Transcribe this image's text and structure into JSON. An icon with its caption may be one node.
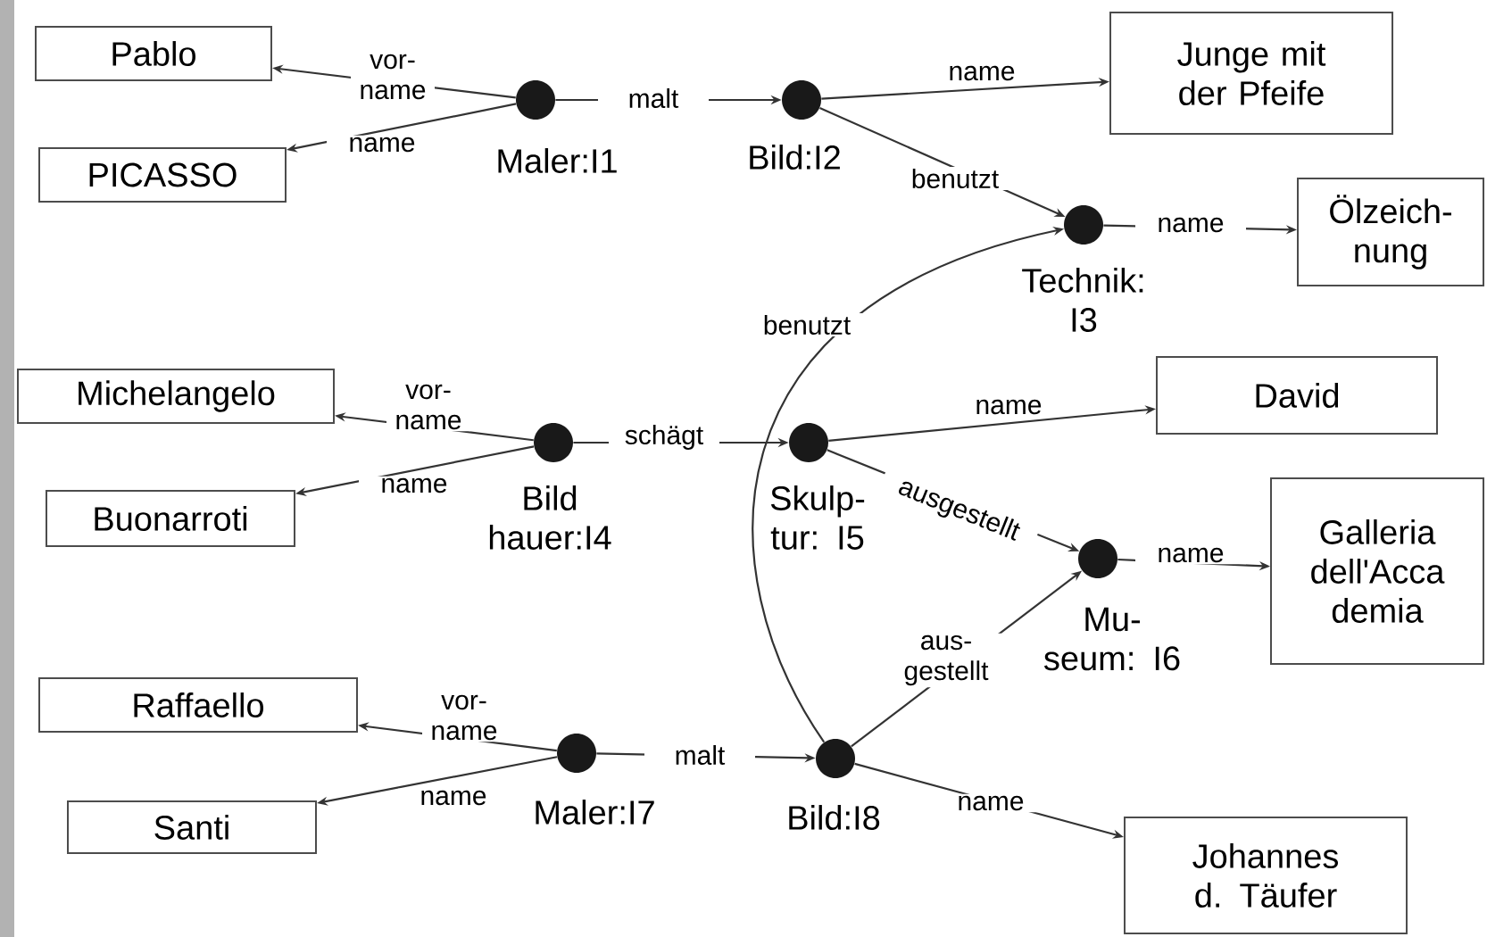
{
  "diagram": {
    "nodes": [
      {
        "text": [
          "Pablo"
        ]
      },
      {
        "text": [
          "PICASSO"
        ]
      },
      {
        "text": [],
        "shape": "circle",
        "beside": [
          "Maler:I1"
        ]
      },
      {
        "text": [],
        "shape": "circle",
        "beside": [
          "Bild:I2"
        ]
      },
      {
        "text": [
          "Junge mit der Pfeife"
        ]
      },
      {
        "text": [],
        "shape": "circle",
        "beside": [
          "Technik: I3"
        ]
      },
      {
        "text": [
          "Ölzeich- nung"
        ]
      },
      {
        "text": [
          "Michelangelo"
        ]
      },
      {
        "text": [],
        "shape": "circle",
        "beside": [
          "Bild hauer:I4"
        ]
      },
      {
        "text": [],
        "shape": "circle",
        "beside": [
          "Skulp- tur: I5"
        ]
      },
      {
        "text": [
          "David"
        ]
      },
      {
        "text": [
          "Buonarroti"
        ]
      },
      {
        "text": [],
        "shape": "circle",
        "beside": [
          "Mu- seum: I6"
        ]
      },
      {
        "text": [
          "Galleria dell'Acca demia"
        ]
      },
      {
        "text": [
          "Raffaello"
        ]
      },
      {
        "text": [],
        "shape": "circle",
        "beside": [
          "Maler:I7"
        ]
      },
      {
        "text": [],
        "shape": "circle",
        "beside": [
          "Bild:I8"
        ]
      },
      {
        "text": [
          "Santi"
        ]
      },
      {
        "text": [
          "Johannes d. Täufer"
        ]
      }
    ],
    "edges": [
      {
        "from": 2,
        "to": 0,
        "arrow": "to",
        "label": "vor- name"
      },
      {
        "from": 2,
        "to": 1,
        "arrow": "to",
        "label": "name"
      },
      {
        "from": 2,
        "to": 3,
        "arrow": "to",
        "label": "malt"
      },
      {
        "from": 3,
        "to": 4,
        "arrow": "to",
        "label": "name"
      },
      {
        "from": 3,
        "to": 5,
        "arrow": "to",
        "label": "benutzt"
      },
      {
        "from": 5,
        "to": 6,
        "arrow": "to",
        "label": "name"
      },
      {
        "from": 8,
        "to": 7,
        "arrow": "to",
        "label": "vor- name"
      },
      {
        "from": 8,
        "to": 11,
        "arrow": "to",
        "label": "name"
      },
      {
        "from": 8,
        "to": 9,
        "arrow": "to",
        "label": "schägt"
      },
      {
        "from": 9,
        "to": 10,
        "arrow": "to",
        "label": "name"
      },
      {
        "from": 9,
        "to": 12,
        "arrow": "to",
        "label": "ausgestellt"
      },
      {
        "from": 16,
        "to": 5,
        "arrow": "to",
        "label": "benutzt"
      },
      {
        "from": 12,
        "to": 13,
        "arrow": "to",
        "label": "name"
      },
      {
        "from": 15,
        "to": 14,
        "arrow": "to",
        "label": "vor- name"
      },
      {
        "from": 15,
        "to": 17,
        "arrow": "to",
        "label": "name"
      },
      {
        "from": 15,
        "to": 16,
        "arrow": "to",
        "label": "malt"
      },
      {
        "from": 16,
        "to": 12,
        "arrow": "to",
        "label": "aus- gestellt"
      },
      {
        "from": 16,
        "to": 18,
        "arrow": "to",
        "label": "name"
      }
    ]
  }
}
